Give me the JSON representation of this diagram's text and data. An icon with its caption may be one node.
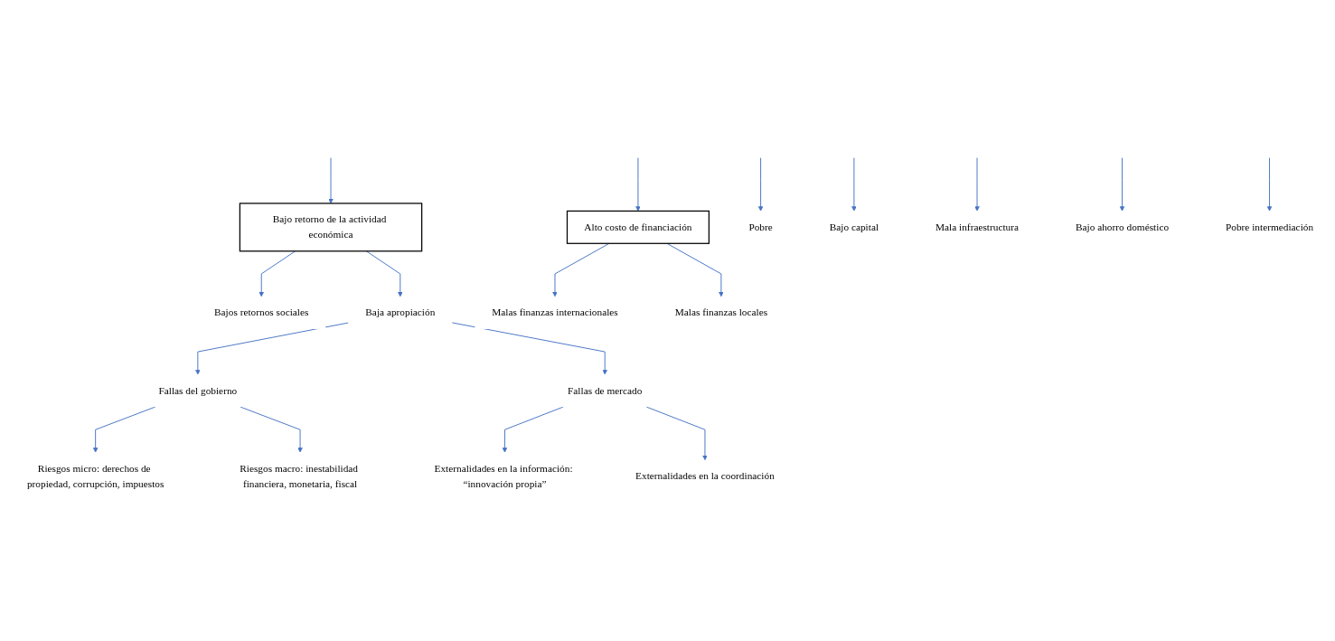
{
  "diagram": {
    "nodes": [
      {
        "text": [
          "Bajo retorno de la actividad económica"
        ]
      },
      {
        "text": [
          "Alto costo de financiación"
        ]
      },
      {
        "text": [
          "Bajos retornos sociales"
        ]
      },
      {
        "text": [
          "Baja apropiación"
        ]
      },
      {
        "text": [
          "Malas finanzas internacionales"
        ]
      },
      {
        "text": [
          "Malas finanzas locales"
        ]
      },
      {
        "text": [
          "Pobre"
        ]
      },
      {
        "text": [
          "Bajo capital"
        ]
      },
      {
        "text": [
          "Mala infraestructura"
        ]
      },
      {
        "text": [
          "Fallas del gobierno"
        ]
      },
      {
        "text": [
          "Fallas de mercado"
        ]
      },
      {
        "text": [
          "Riesgos micro: derechos de propiedad, corrupción, impuestos"
        ]
      },
      {
        "text": [
          "Riesgos macro: inestabilidad financiera, monetaria, fiscal"
        ]
      },
      {
        "text": [
          "Externalidades en la información: “innovación propia”"
        ]
      },
      {
        "text": [
          "Externalidades en la coordinación"
        ]
      },
      {
        "text": [
          "Bajo ahorro doméstico"
        ]
      },
      {
        "text": [
          "Pobre intermediación"
        ]
      }
    ],
    "edges": [
      {
        "from": null,
        "to": 0,
        "arrow": "to"
      },
      {
        "from": null,
        "to": 1,
        "arrow": "to"
      },
      {
        "from": 0,
        "to": 2,
        "arrow": "to"
      },
      {
        "from": 0,
        "to": 3,
        "arrow": "to"
      },
      {
        "from": 1,
        "to": 4,
        "arrow": "to"
      },
      {
        "from": 1,
        "to": 5,
        "arrow": "to"
      },
      {
        "from": null,
        "to": 6,
        "arrow": "to"
      },
      {
        "from": null,
        "to": 7,
        "arrow": "to"
      },
      {
        "from": null,
        "to": 8,
        "arrow": "to"
      },
      {
        "from": 3,
        "to": 9,
        "arrow": "to"
      },
      {
        "from": 3,
        "to": 10,
        "arrow": "to"
      },
      {
        "from": 9,
        "to": 11,
        "arrow": "to"
      },
      {
        "from": 9,
        "to": 12,
        "arrow": "to"
      },
      {
        "from": 10,
        "to": 13,
        "arrow": "to"
      },
      {
        "from": 10,
        "to": 14,
        "arrow": "to"
      },
      {
        "from": null,
        "to": 15,
        "arrow": "to"
      },
      {
        "from": null,
        "to": 16,
        "arrow": "to"
      }
    ]
  }
}
